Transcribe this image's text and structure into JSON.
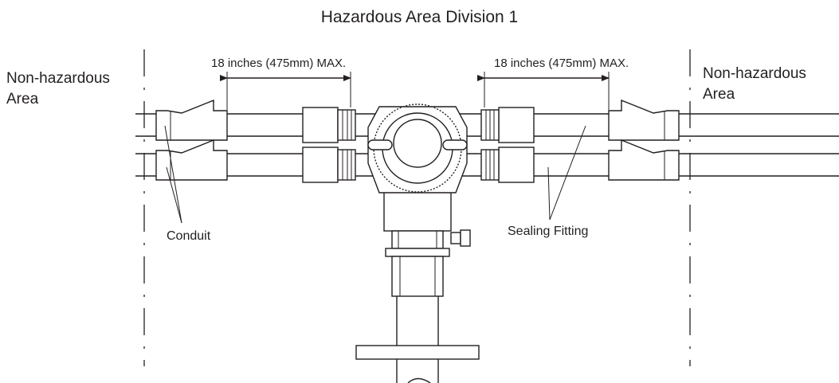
{
  "diagram": {
    "title": "Hazardous Area Division 1",
    "left_area": {
      "line1": "Non-hazardous",
      "line2": "Area"
    },
    "right_area": {
      "line1": "Non-hazardous",
      "line2": "Area"
    },
    "dimension_left": "18 inches (475mm) MAX.",
    "dimension_right": "18 inches (475mm) MAX.",
    "callout_conduit": "Conduit",
    "callout_sealing": "Sealing Fitting"
  }
}
